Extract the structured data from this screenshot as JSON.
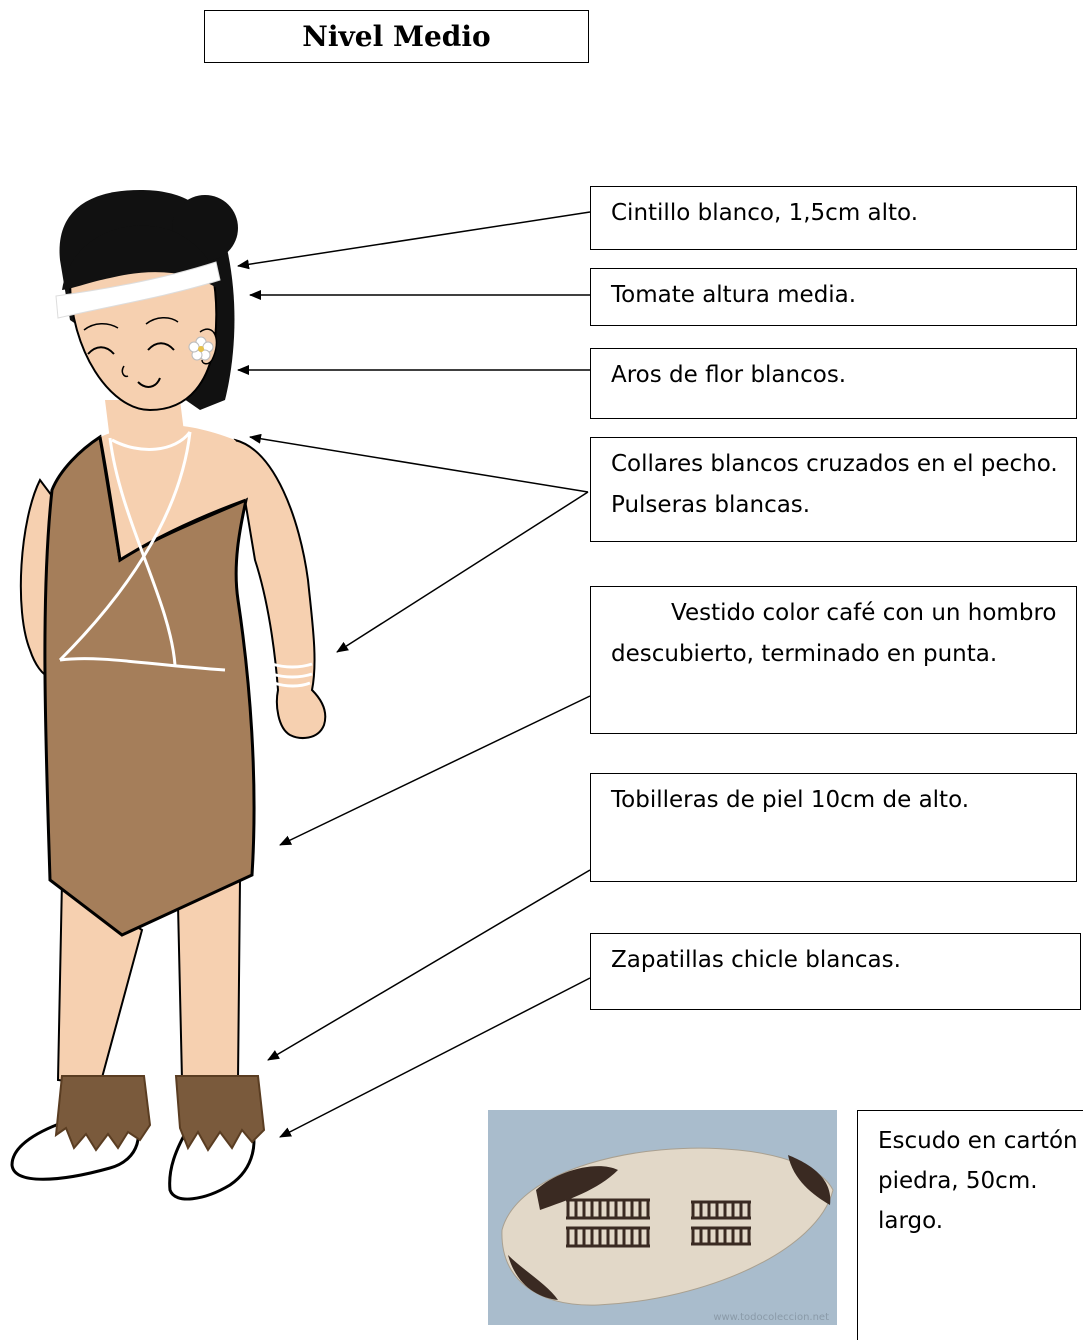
{
  "title": "Nivel Medio",
  "notes": {
    "cintillo": "Cintillo blanco, 1,5cm alto.",
    "tomate": "Tomate altura media.",
    "aros": "Aros de flor blancos.",
    "collares": "Collares blancos cruzados en el pecho. Pulseras blancas.",
    "vestido": "Vestido color café con un hombro descubierto, terminado en punta.",
    "tobilleras": "Tobilleras de piel 10cm de alto.",
    "zapatillas": "Zapatillas chicle blancas."
  },
  "shield": {
    "caption": "Escudo en cartón piedra, 50cm. largo.",
    "credit": "www.todocoleccion.net"
  },
  "colors": {
    "skin": "#f6d0b0",
    "dress": "#a57e5a",
    "fur": "#7a5a3c",
    "hair": "#111111",
    "outline": "#000000"
  }
}
